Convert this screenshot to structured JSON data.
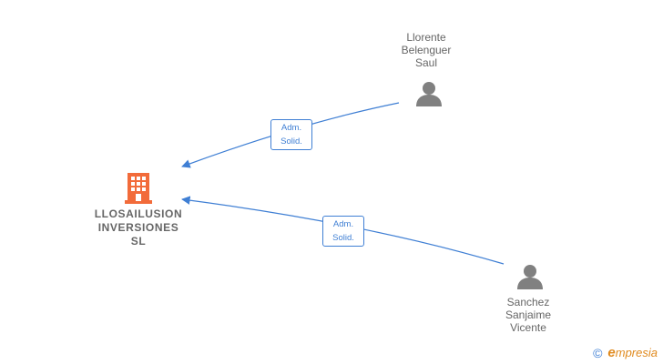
{
  "company": {
    "name": "LLOSAILUSION\nINVERSIONES\nSL",
    "icon": "building-icon",
    "color": "#f26b3a"
  },
  "persons": [
    {
      "name": "Llorente\nBelenguer\nSaul",
      "icon": "person-icon"
    },
    {
      "name": "Sanchez\nSanjaime\nVicente",
      "icon": "person-icon"
    }
  ],
  "relations": [
    {
      "label": "Adm.\nSolid."
    },
    {
      "label": "Adm.\nSolid."
    }
  ],
  "footer": {
    "copyright_symbol": "©",
    "brand_initial": "e",
    "brand_rest": "mpresia"
  },
  "colors": {
    "edge": "#3f7fd4",
    "person": "#808080",
    "text": "#666666",
    "brand": "#e08a1e"
  }
}
